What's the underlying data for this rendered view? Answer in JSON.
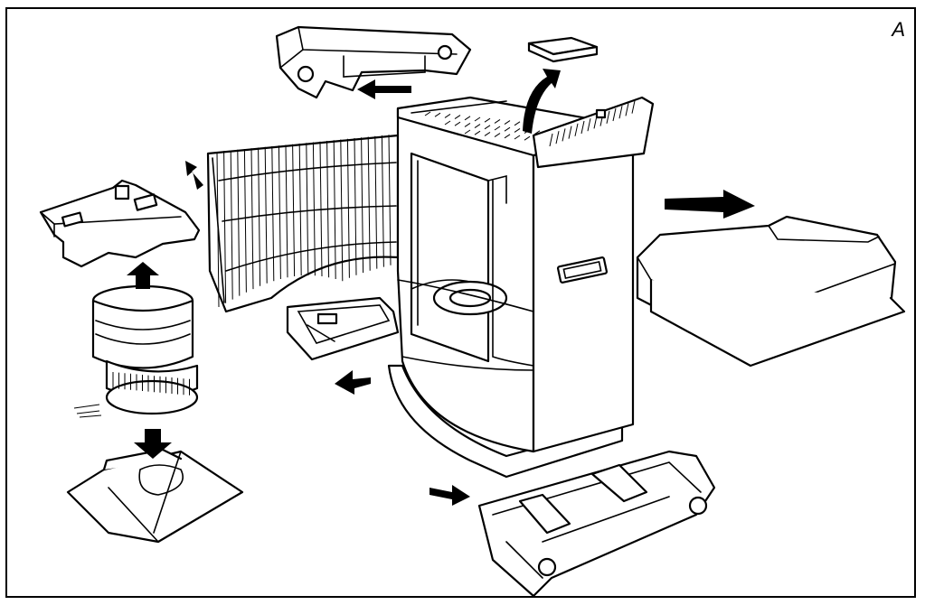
{
  "figure": {
    "panel_label": "A"
  },
  "colors": {
    "ink": "#000000",
    "paper": "#ffffff"
  },
  "parts": [
    "heater-cabinet",
    "top-bracket",
    "top-cap-lid",
    "back-reflector-grille",
    "left-bracket",
    "burner-unit",
    "burner-base-plate",
    "fuel-tank",
    "drip-tray",
    "base-frame"
  ],
  "arrows": [
    "up-arrow-to-left-bracket",
    "down-arrow-from-burner",
    "arrow-to-top-bracket",
    "arrow-to-lid",
    "arrow-to-reflector",
    "arrow-to-tank",
    "arrow-to-drip-tray",
    "arrow-to-base-frame"
  ]
}
